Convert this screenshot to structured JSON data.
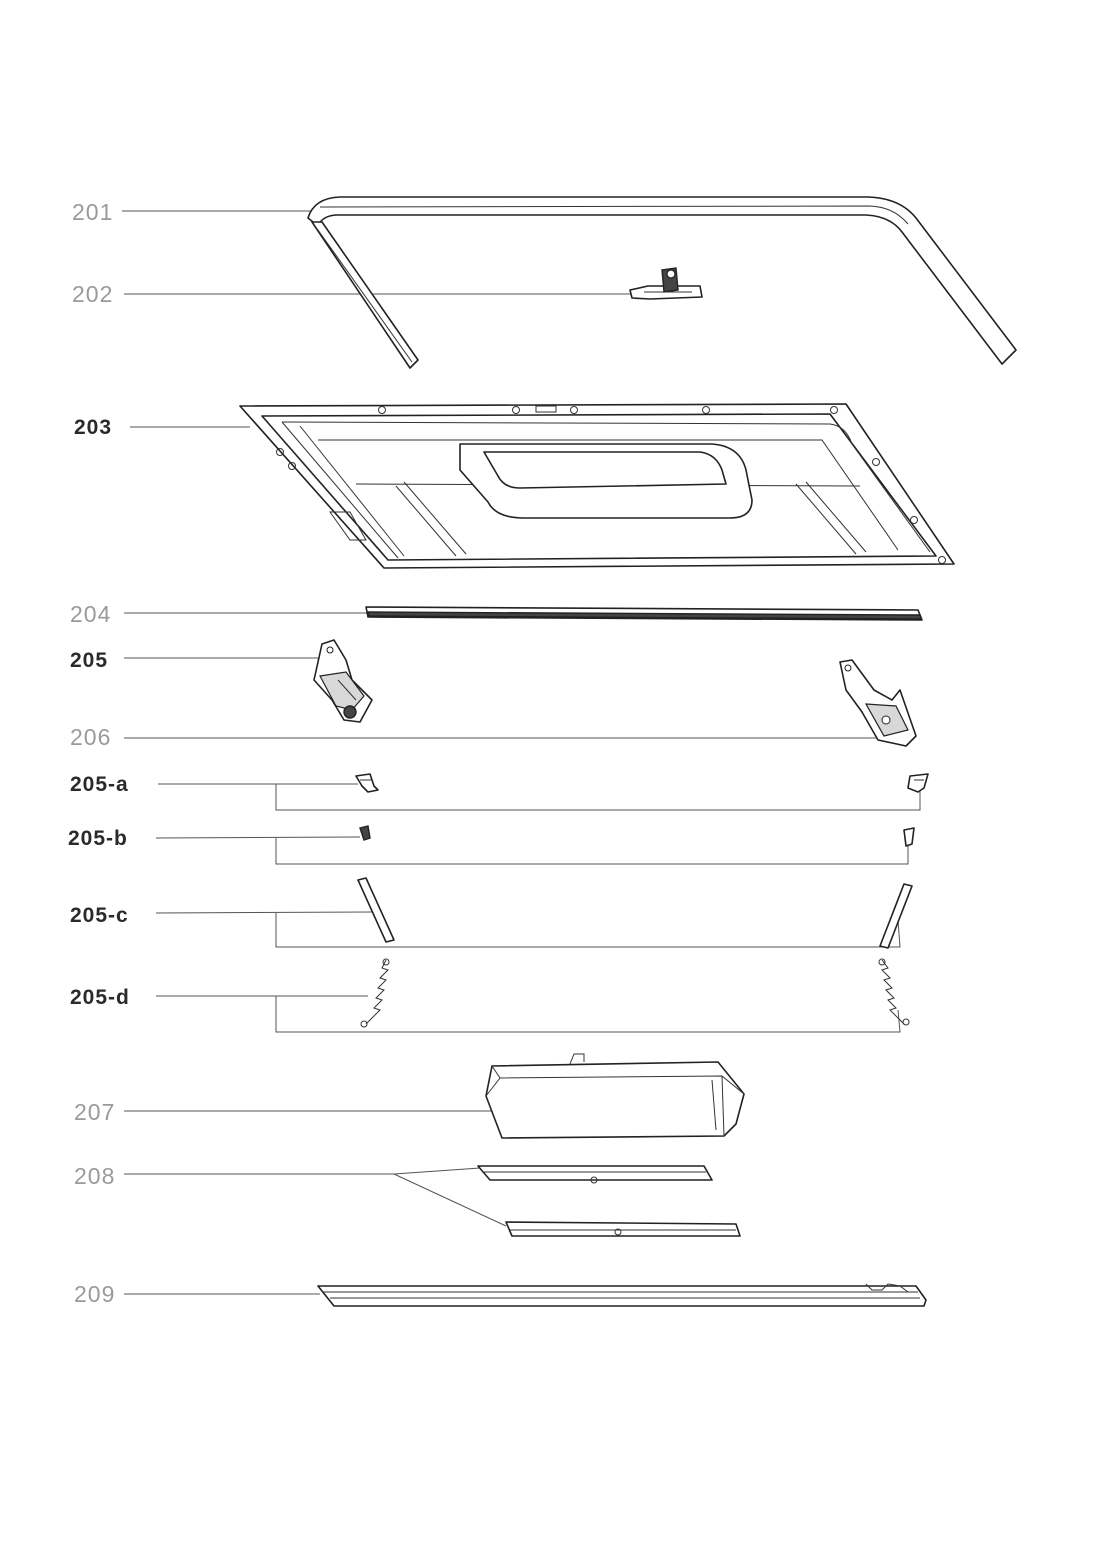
{
  "diagram": {
    "labels": [
      {
        "id": "201",
        "text": "201"
      },
      {
        "id": "202",
        "text": "202"
      },
      {
        "id": "203",
        "text": "203"
      },
      {
        "id": "204",
        "text": "204"
      },
      {
        "id": "205",
        "text": "205"
      },
      {
        "id": "206",
        "text": "206"
      },
      {
        "id": "205-a",
        "text": "205-a"
      },
      {
        "id": "205-b",
        "text": "205-b"
      },
      {
        "id": "205-c",
        "text": "205-c"
      },
      {
        "id": "205-d",
        "text": "205-d"
      },
      {
        "id": "207",
        "text": "207"
      },
      {
        "id": "208",
        "text": "208"
      },
      {
        "id": "209",
        "text": "209"
      }
    ]
  }
}
